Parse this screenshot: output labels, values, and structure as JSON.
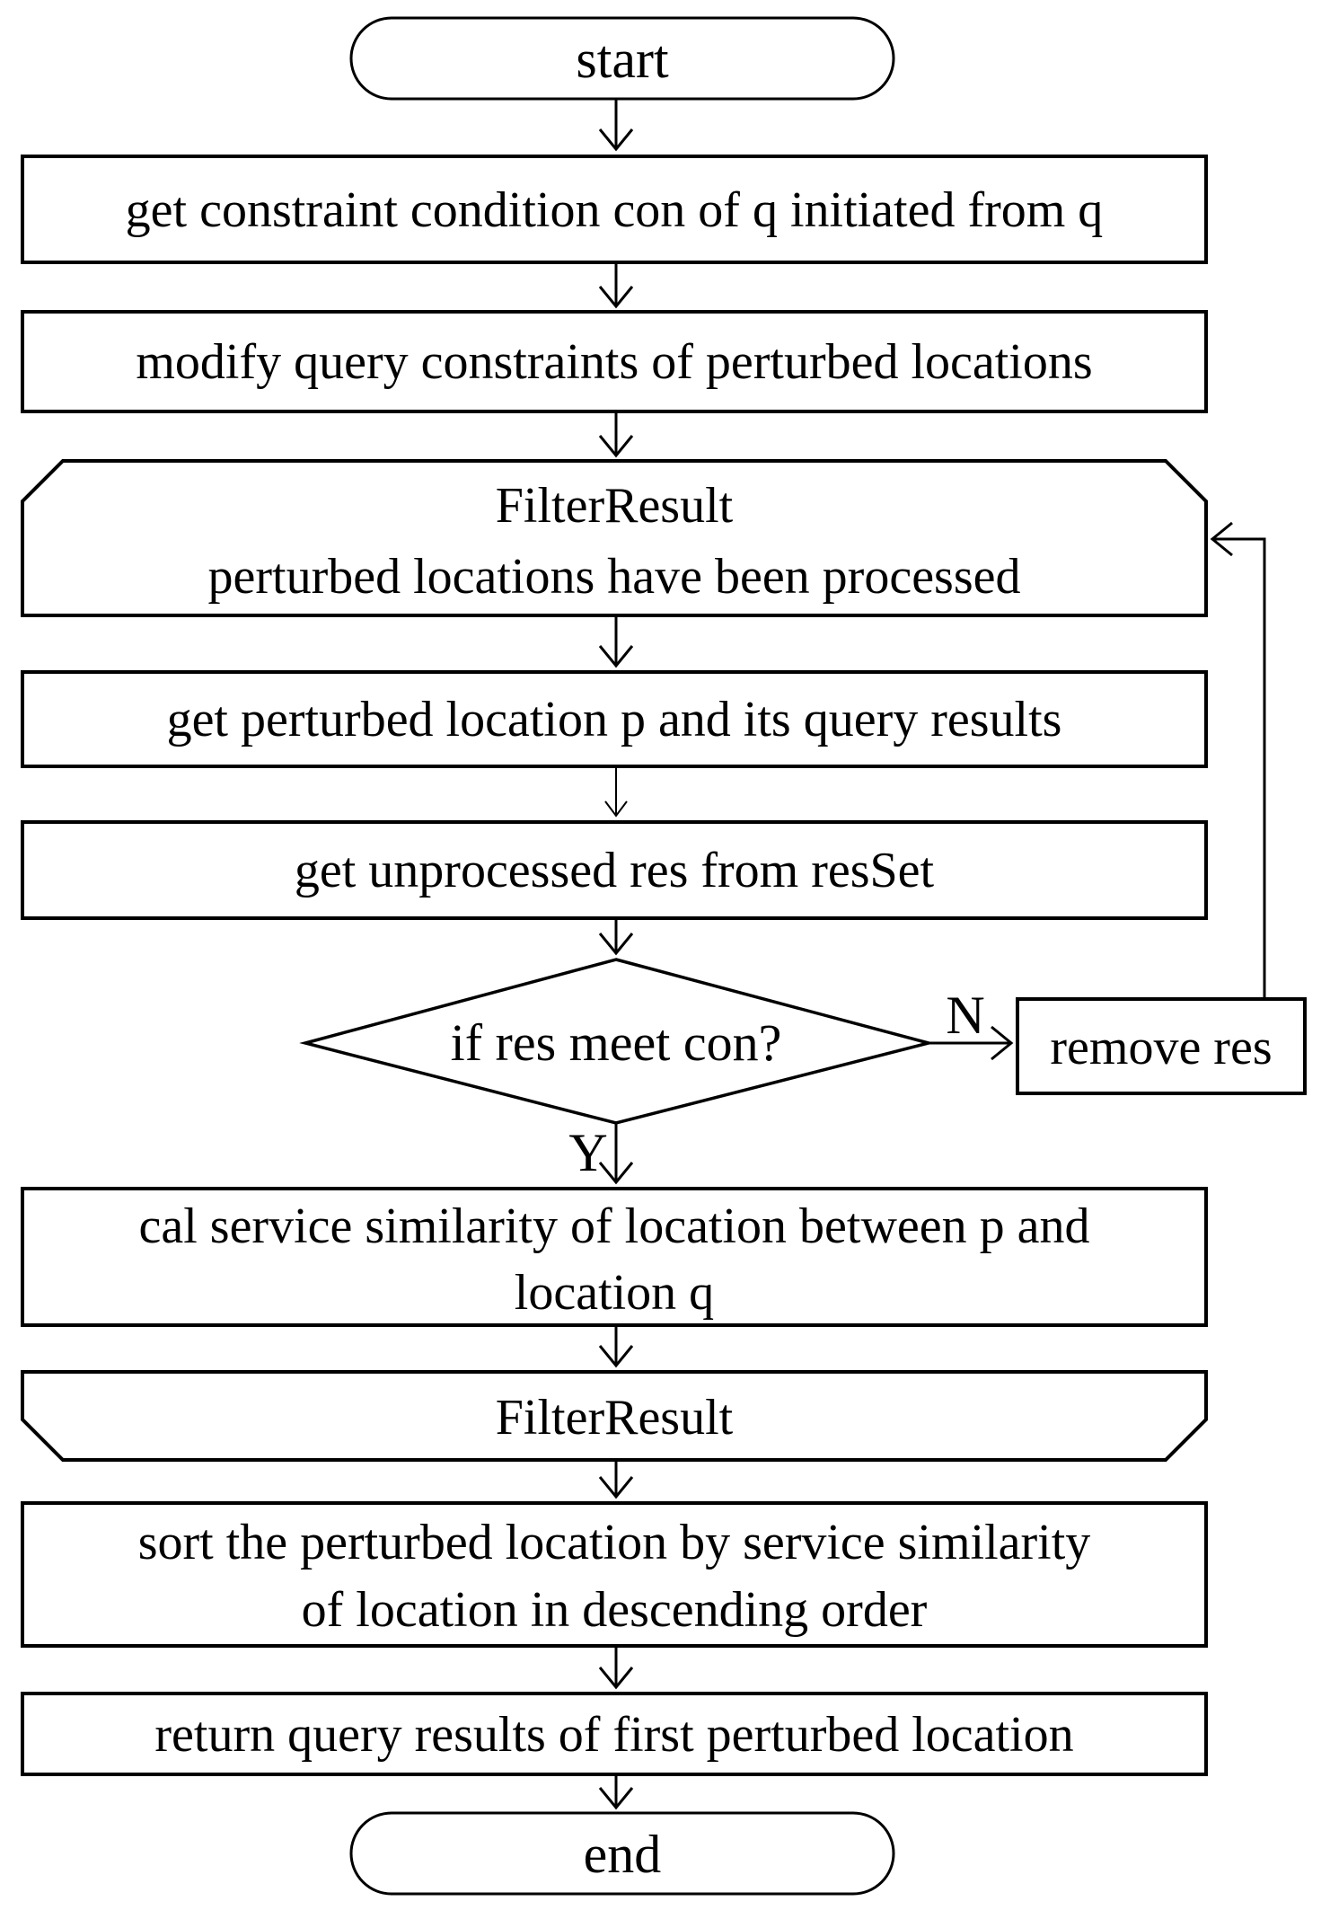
{
  "colors": {
    "background": "#ffffff",
    "stroke": "#000000",
    "text": "#000000"
  },
  "nodes": {
    "start": {
      "label": "start"
    },
    "get_constraint": {
      "label": "get constraint condition con of q initiated from q"
    },
    "modify_query": {
      "label": "modify query constraints of perturbed locations"
    },
    "filter_result_1": {
      "line1": "FilterResult",
      "line2": "perturbed locations have been processed"
    },
    "get_perturbed": {
      "label": "get perturbed location p and its query results"
    },
    "get_unprocessed": {
      "label": "get unprocessed res from resSet"
    },
    "decision": {
      "label": "if res meet con?"
    },
    "remove_res": {
      "label": "remove res"
    },
    "cal_similarity": {
      "line1": "cal service similarity of location between p and",
      "line2": "location q"
    },
    "filter_result_2": {
      "label": "FilterResult"
    },
    "sort_locations": {
      "line1": "sort the perturbed location by service similarity",
      "line2": "of location in descending order"
    },
    "return_results": {
      "label": "return query results of first perturbed location"
    },
    "end": {
      "label": "end"
    }
  },
  "edge_labels": {
    "yes": "Y",
    "no": "N"
  }
}
